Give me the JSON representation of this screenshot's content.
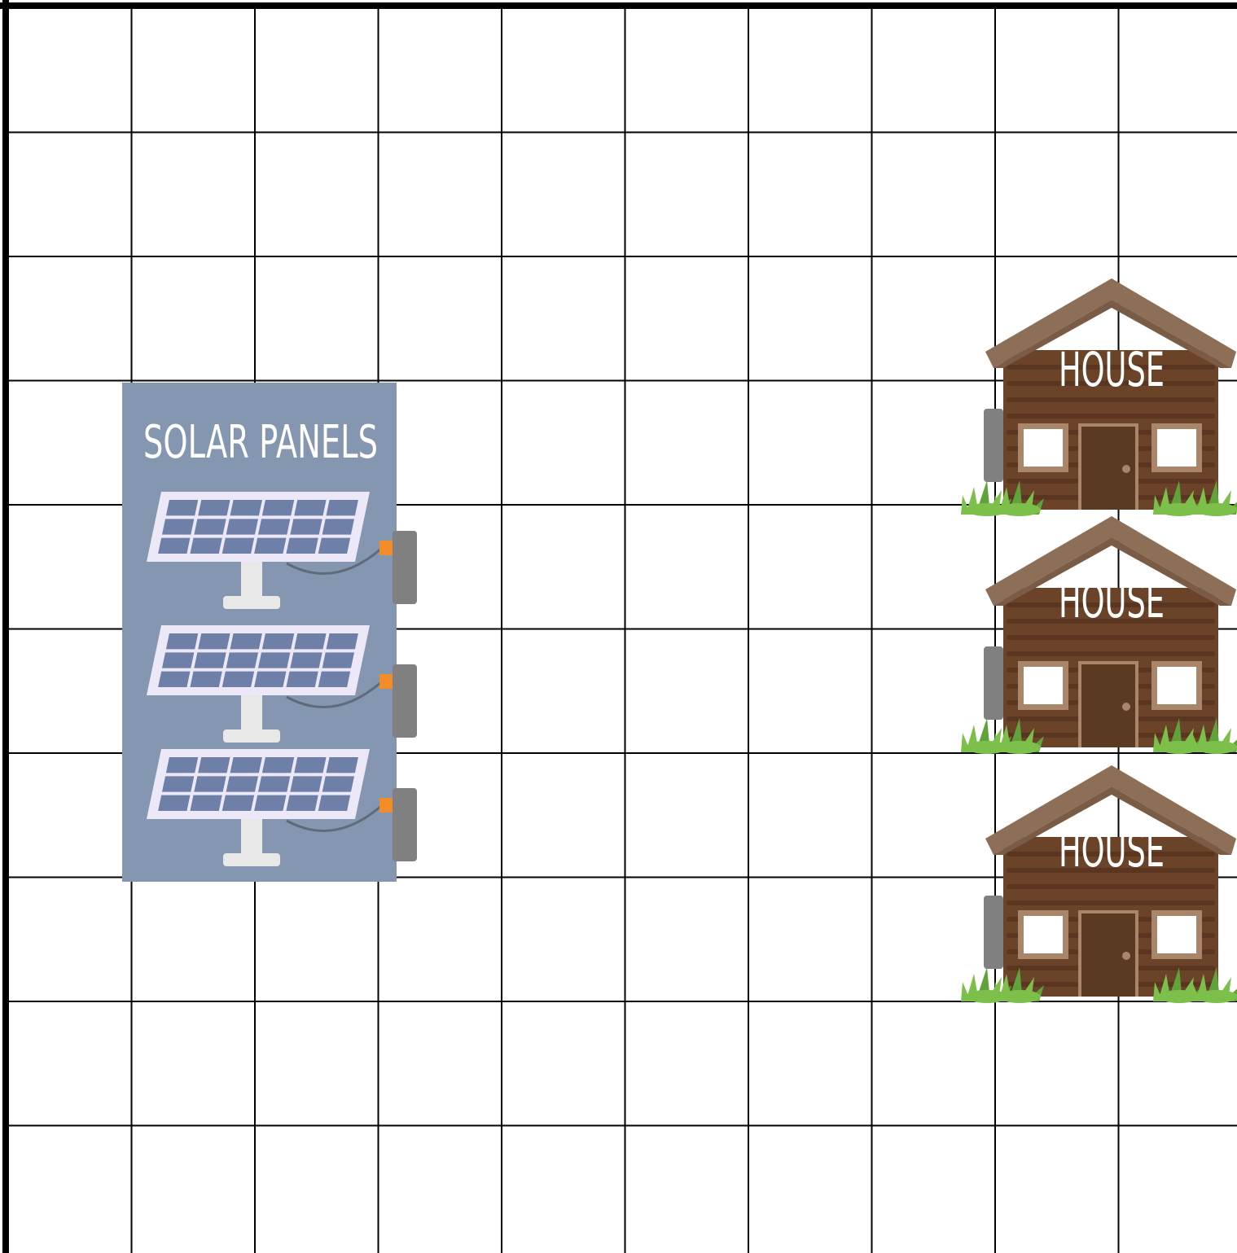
{
  "board": {
    "rows": 10,
    "cols": 10,
    "grid_color": "#000000",
    "background": "#ffffff"
  },
  "solar_block": {
    "label": "SOLAR PANELS",
    "background": "#8496b0",
    "panel_count": 3,
    "panel_frame_color": "#ece8f7",
    "panel_cell_color": "#6f80a8",
    "connector_color": "#808080",
    "port_color": "#f28c28"
  },
  "houses": [
    {
      "label": "HOUSE"
    },
    {
      "label": "HOUSE"
    },
    {
      "label": "HOUSE"
    }
  ],
  "house_style": {
    "roof_color": "#8d6e57",
    "wall_color": "#6b4329",
    "log_line_color": "#4e2f1c",
    "door_color": "#5b3a22",
    "window_color": "#ffffff",
    "grass_color": "#7cc04b",
    "connector_color": "#808080"
  }
}
